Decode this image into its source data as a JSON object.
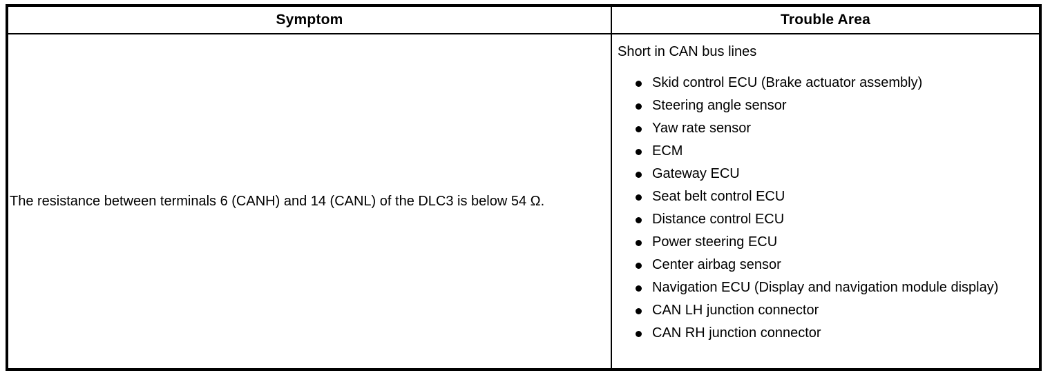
{
  "table": {
    "headers": {
      "symptom": "Symptom",
      "trouble_area": "Trouble Area"
    },
    "row": {
      "symptom": "The resistance between terminals 6 (CANH) and 14 (CANL) of the DLC3 is below 54 Ω.",
      "trouble_area_heading": "Short in CAN bus lines",
      "trouble_area_items": [
        "Skid control ECU (Brake actuator assembly)",
        "Steering angle sensor",
        "Yaw rate sensor",
        "ECM",
        "Gateway ECU",
        "Seat belt control ECU",
        "Distance control ECU",
        "Power steering ECU",
        "Center airbag sensor",
        "Navigation ECU (Display and navigation module display)",
        "CAN LH junction connector",
        "CAN RH junction connector"
      ]
    }
  },
  "style": {
    "border_color": "#000000",
    "text_color": "#000000",
    "background": "#ffffff",
    "bullet_glyph": "filled-round-bullet"
  }
}
